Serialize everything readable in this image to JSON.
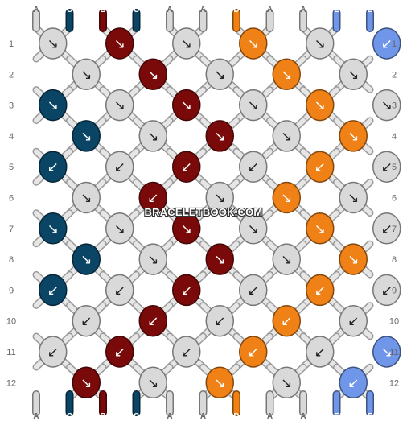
{
  "watermark": "BRACELETBOOK.COM",
  "colors": {
    "A": "#d9d9d9",
    "B": "#7a0a0a",
    "C": "#0b4566",
    "D": "#ef8116",
    "E": "#6f96e8"
  },
  "strands_top": [
    "A",
    "C",
    "B",
    "C",
    "A",
    "A",
    "D",
    "A",
    "A",
    "E",
    "E"
  ],
  "strands_bottom": [
    "A",
    "C",
    "B",
    "C",
    "A",
    "A",
    "D",
    "A",
    "A",
    "E",
    "E"
  ],
  "rows": [
    {
      "label": "1",
      "knots": [
        {
          "color": "A",
          "dir": "↘"
        },
        {
          "color": "B",
          "dir": "↘"
        },
        {
          "color": "A",
          "dir": "↘"
        },
        {
          "color": "D",
          "dir": "↘"
        },
        {
          "color": "A",
          "dir": "↘"
        },
        {
          "color": "E",
          "dir": "↙"
        }
      ]
    },
    {
      "label": "2",
      "knots": [
        {
          "color": "A",
          "dir": "↘"
        },
        {
          "color": "B",
          "dir": "↘"
        },
        {
          "color": "A",
          "dir": "↘"
        },
        {
          "color": "D",
          "dir": "↘"
        },
        {
          "color": "A",
          "dir": "↘"
        }
      ]
    },
    {
      "label": "3",
      "knots": [
        {
          "color": "C",
          "dir": "↘"
        },
        {
          "color": "A",
          "dir": "↘"
        },
        {
          "color": "B",
          "dir": "↘"
        },
        {
          "color": "A",
          "dir": "↘"
        },
        {
          "color": "D",
          "dir": "↘"
        },
        {
          "color": "A",
          "dir": "↘"
        }
      ]
    },
    {
      "label": "4",
      "knots": [
        {
          "color": "C",
          "dir": "↘"
        },
        {
          "color": "A",
          "dir": "↘"
        },
        {
          "color": "B",
          "dir": "↘"
        },
        {
          "color": "A",
          "dir": "↘"
        },
        {
          "color": "D",
          "dir": "↘"
        }
      ]
    },
    {
      "label": "5",
      "knots": [
        {
          "color": "C",
          "dir": "↙"
        },
        {
          "color": "A",
          "dir": "↙"
        },
        {
          "color": "B",
          "dir": "↙"
        },
        {
          "color": "A",
          "dir": "↙"
        },
        {
          "color": "D",
          "dir": "↙"
        },
        {
          "color": "A",
          "dir": "↙"
        }
      ]
    },
    {
      "label": "6",
      "knots": [
        {
          "color": "A",
          "dir": "↘"
        },
        {
          "color": "B",
          "dir": "↙"
        },
        {
          "color": "A",
          "dir": "↘"
        },
        {
          "color": "D",
          "dir": "↘"
        },
        {
          "color": "A",
          "dir": "↘"
        }
      ]
    },
    {
      "label": "7",
      "knots": [
        {
          "color": "C",
          "dir": "↘"
        },
        {
          "color": "A",
          "dir": "↘"
        },
        {
          "color": "B",
          "dir": "↘"
        },
        {
          "color": "A",
          "dir": "↘"
        },
        {
          "color": "D",
          "dir": "↘"
        },
        {
          "color": "A",
          "dir": "↙"
        }
      ]
    },
    {
      "label": "8",
      "knots": [
        {
          "color": "C",
          "dir": "↘"
        },
        {
          "color": "A",
          "dir": "↘"
        },
        {
          "color": "B",
          "dir": "↘"
        },
        {
          "color": "A",
          "dir": "↘"
        },
        {
          "color": "D",
          "dir": "↘"
        }
      ]
    },
    {
      "label": "9",
      "knots": [
        {
          "color": "C",
          "dir": "↙"
        },
        {
          "color": "A",
          "dir": "↙"
        },
        {
          "color": "B",
          "dir": "↙"
        },
        {
          "color": "A",
          "dir": "↙"
        },
        {
          "color": "D",
          "dir": "↙"
        },
        {
          "color": "A",
          "dir": "↙"
        }
      ]
    },
    {
      "label": "10",
      "knots": [
        {
          "color": "A",
          "dir": "↙"
        },
        {
          "color": "B",
          "dir": "↙"
        },
        {
          "color": "A",
          "dir": "↙"
        },
        {
          "color": "D",
          "dir": "↙"
        },
        {
          "color": "A",
          "dir": "↙"
        }
      ]
    },
    {
      "label": "11",
      "knots": [
        {
          "color": "A",
          "dir": "↙"
        },
        {
          "color": "B",
          "dir": "↙"
        },
        {
          "color": "A",
          "dir": "↙"
        },
        {
          "color": "D",
          "dir": "↙"
        },
        {
          "color": "A",
          "dir": "↙"
        },
        {
          "color": "E",
          "dir": "↘"
        }
      ]
    },
    {
      "label": "12",
      "knots": [
        {
          "color": "B",
          "dir": "↘"
        },
        {
          "color": "A",
          "dir": "↘"
        },
        {
          "color": "D",
          "dir": "↘"
        },
        {
          "color": "A",
          "dir": "↘"
        },
        {
          "color": "E",
          "dir": "↙"
        }
      ]
    }
  ]
}
